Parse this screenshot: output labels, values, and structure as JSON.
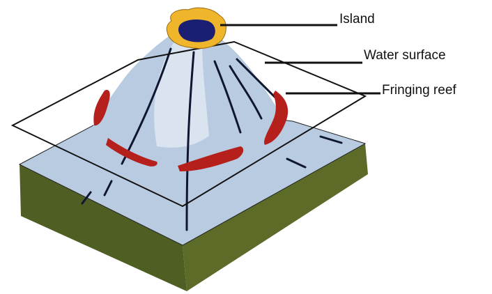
{
  "labels": {
    "island": "Island",
    "water_surface": "Water surface",
    "fringing_reef": "Fringing reef"
  },
  "colors": {
    "sea_and_mountain": "#b9cbe0",
    "ground": "#4f5e23",
    "island_rim": "#f0b62b",
    "island_core": "#1b1f73",
    "reef": "#b5201d",
    "outline": "#111111"
  }
}
